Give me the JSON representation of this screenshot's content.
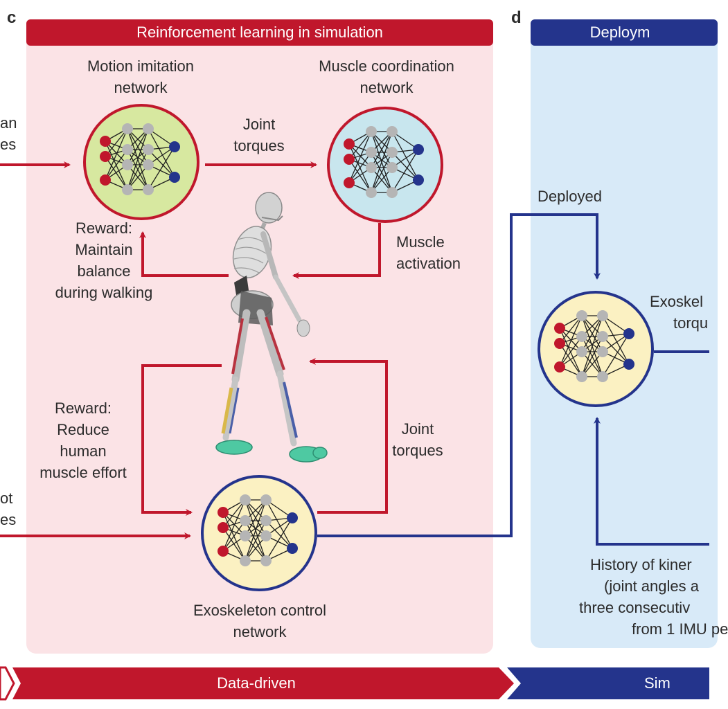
{
  "panels": {
    "c": {
      "letter": "c",
      "title": "Reinforcement learning in simulation",
      "motion_network": [
        "Motion imitation",
        "network"
      ],
      "muscle_network": [
        "Muscle coordination",
        "network"
      ],
      "exo_network": [
        "Exoskeleton control",
        "network"
      ],
      "joint_torques_top": [
        "Joint",
        "torques"
      ],
      "joint_torques_right": [
        "Joint",
        "torques"
      ],
      "muscle_activation": [
        "Muscle",
        "activation"
      ],
      "reward_balance": [
        "Reward:",
        "Maintain",
        "balance",
        "during walking"
      ],
      "reward_effort": [
        "Reward:",
        "Reduce",
        "human",
        "muscle effort"
      ],
      "left_input_top": [
        "an",
        "es"
      ],
      "left_input_bottom": [
        "ot",
        "es"
      ]
    },
    "d": {
      "letter": "d",
      "title": "Deploym",
      "deployed": "Deployed",
      "exo_label": [
        "Exoskel",
        "torqu"
      ],
      "history": [
        "History of kiner",
        "(joint angles a",
        "three consecutiv",
        "from 1 IMU pe"
      ]
    }
  },
  "bottom_banner": {
    "left": "Data-driven",
    "right": "Sim"
  },
  "colors": {
    "red": "#c0172c",
    "blue": "#24348c",
    "pink_bg": "#fbe3e6",
    "blue_bg": "#d8eaf8",
    "green_fill": "#d7e8a0",
    "cyan_fill": "#c8e6ee",
    "yellow_fill": "#fbf1c2",
    "node_gray": "#b5b5b5",
    "node_red": "#c0172c",
    "node_blue": "#24348c"
  }
}
